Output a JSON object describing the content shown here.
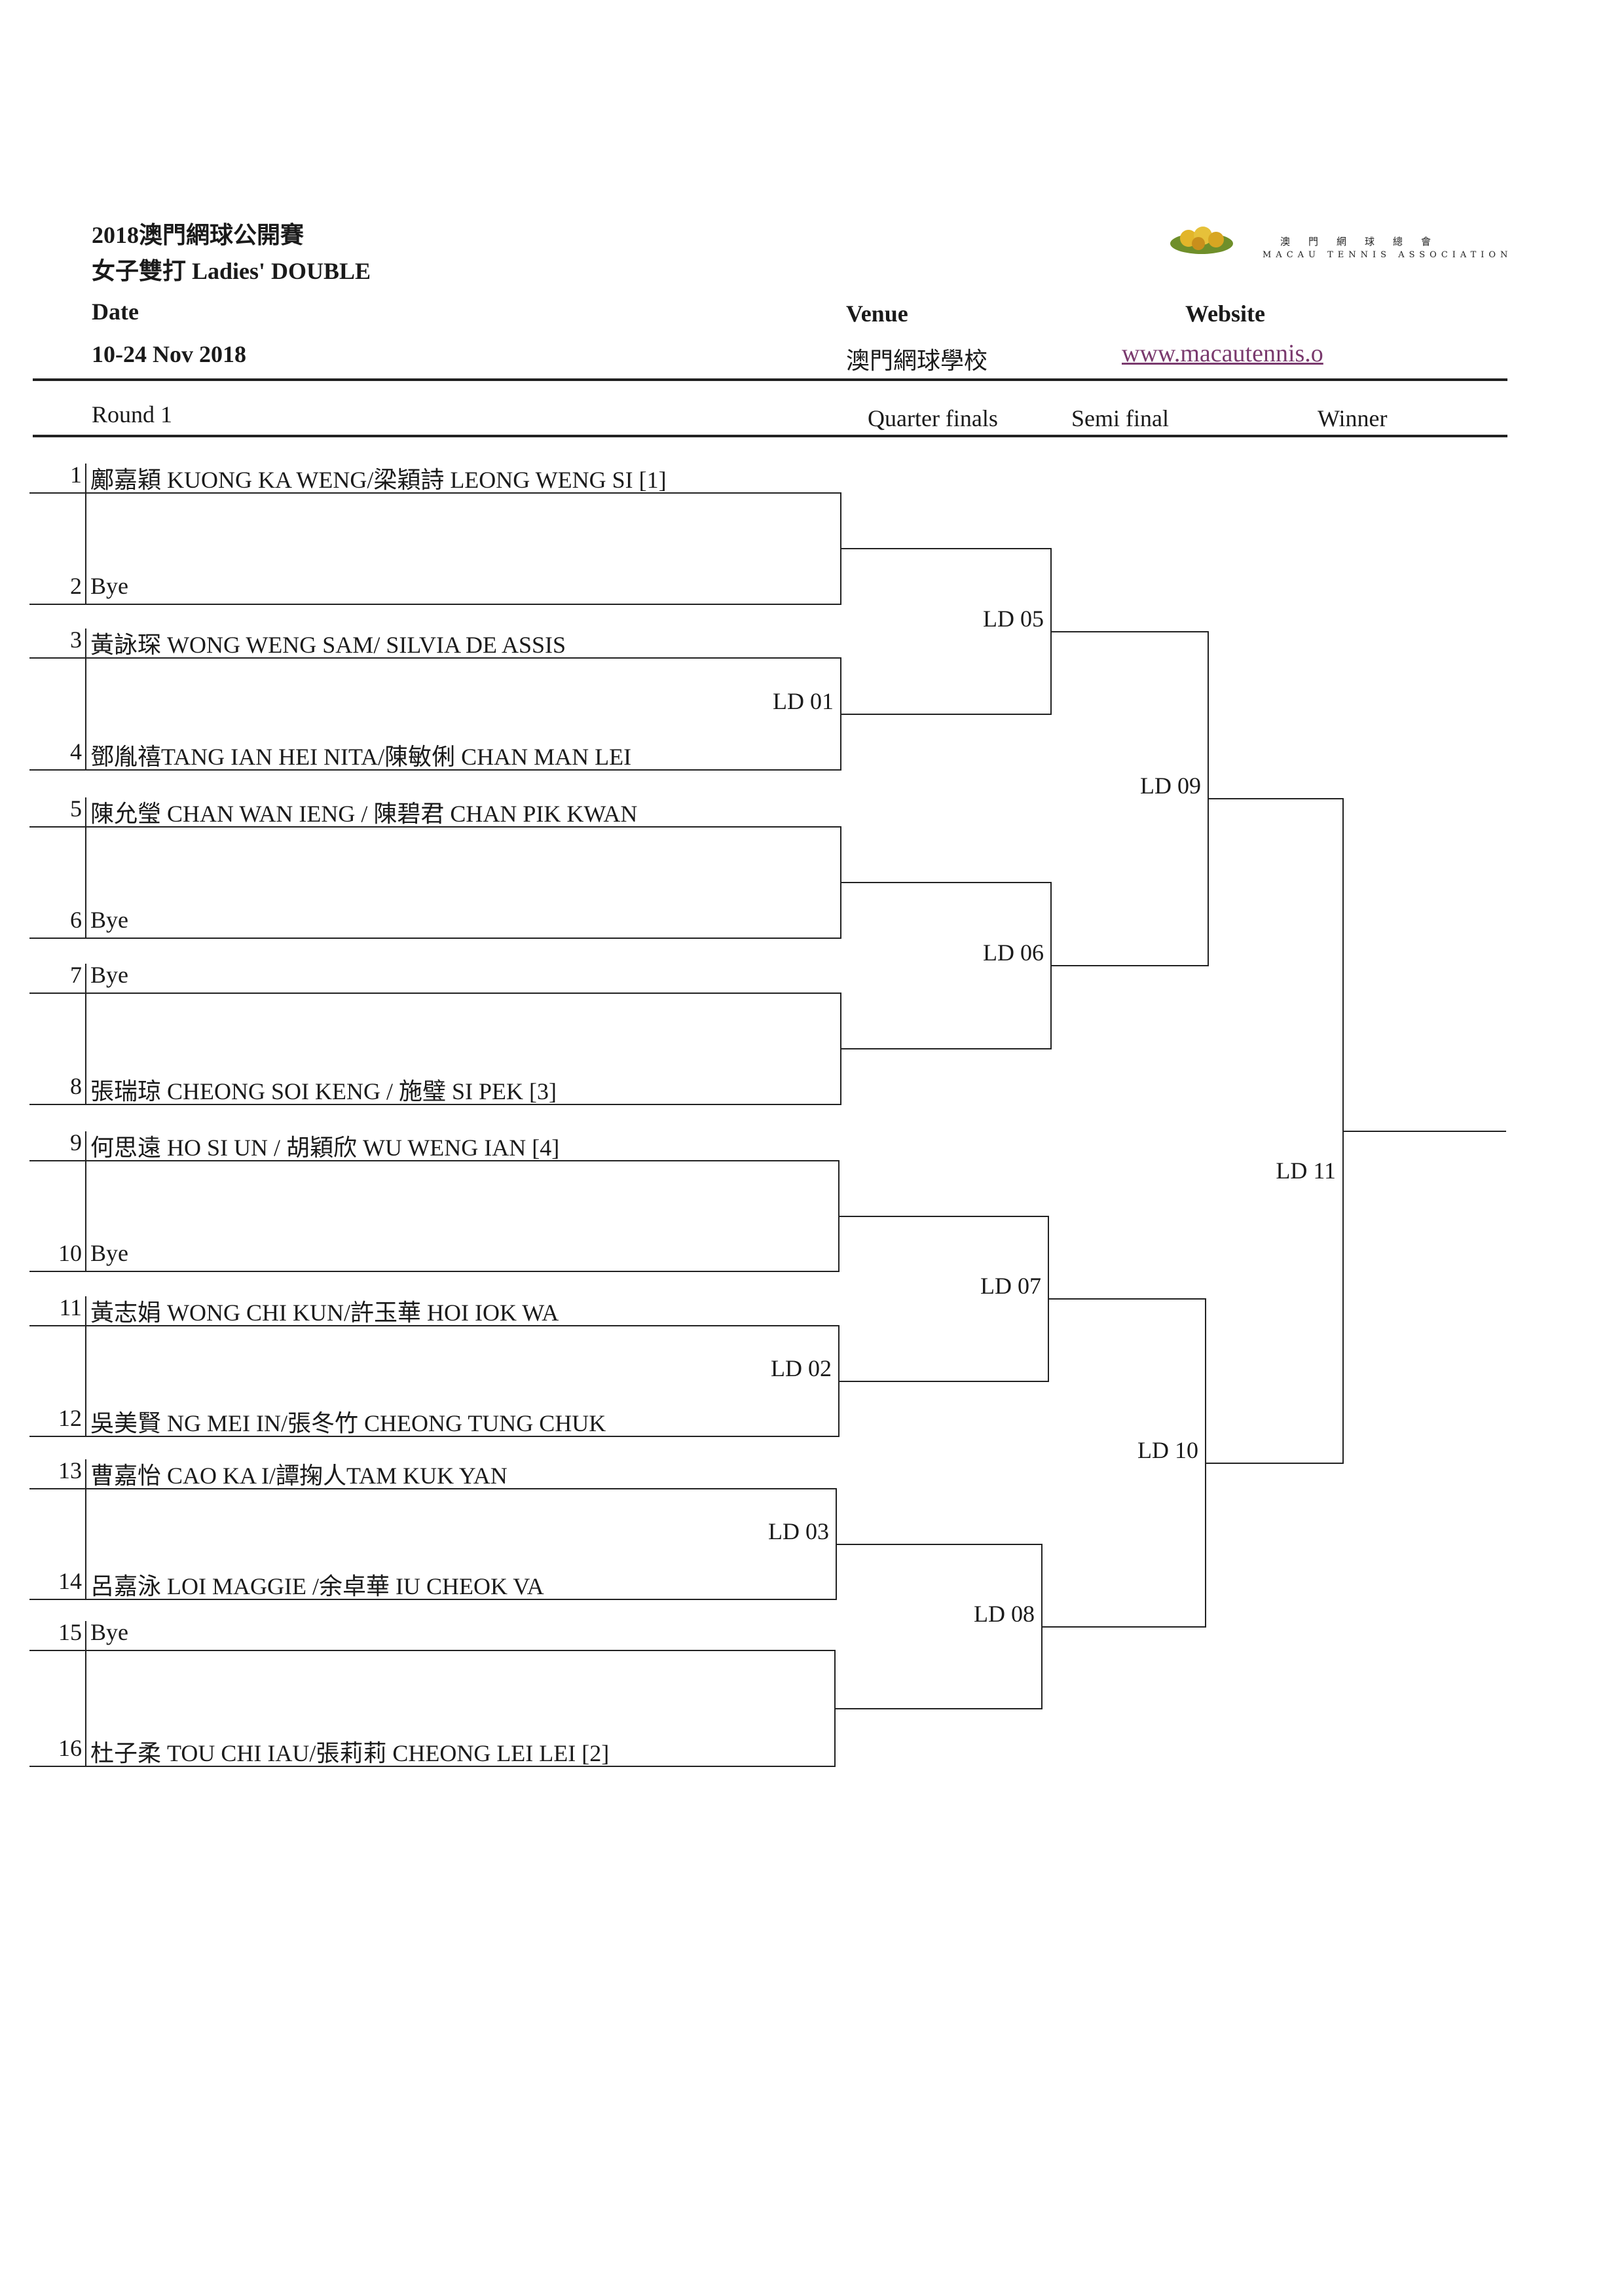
{
  "header": {
    "line1": "2018澳門網球公開賽",
    "line2": "女子雙打 Ladies' DOUBLE",
    "date_label": "Date",
    "date_value": "10-24 Nov 2018",
    "venue_label": "Venue",
    "venue_value": "澳門網球學校",
    "website_label": "Website",
    "website_value": "www.macautennis.o"
  },
  "logo": {
    "cn": "澳門網球總會",
    "en": "MACAU TENNIS ASSOCIATION",
    "icon": "tennis-balls-logo-icon"
  },
  "columns": {
    "round1": "Round 1",
    "quarter": "Quarter finals",
    "semi": "Semi final",
    "winner": "Winner"
  },
  "entries": [
    {
      "num": "1",
      "name": "鄺嘉穎 KUONG KA WENG/梁穎詩 LEONG WENG SI [1]"
    },
    {
      "num": "2",
      "name": "Bye"
    },
    {
      "num": "3",
      "name": "黃詠琛 WONG WENG SAM/ SILVIA DE ASSIS"
    },
    {
      "num": "4",
      "name": "鄧胤禧TANG IAN HEI NITA/陳敏俐 CHAN MAN LEI"
    },
    {
      "num": "5",
      "name": "陳允瑩 CHAN WAN IENG  / 陳碧君 CHAN PIK KWAN"
    },
    {
      "num": "6",
      "name": "Bye"
    },
    {
      "num": "7",
      "name": "Bye"
    },
    {
      "num": "8",
      "name": "張瑞琼 CHEONG SOI KENG / 施璧 SI PEK [3]"
    },
    {
      "num": "9",
      "name": "何思遠  HO SI UN / 胡穎欣 WU WENG IAN [4]"
    },
    {
      "num": "10",
      "name": "Bye"
    },
    {
      "num": "11",
      "name": "黃志娟 WONG CHI KUN/許玉華 HOI IOK WA"
    },
    {
      "num": "12",
      "name": "吳美賢 NG MEI IN/張冬竹 CHEONG TUNG CHUK"
    },
    {
      "num": "13",
      "name": "曹嘉怡 CAO KA I/譚掬人TAM KUK YAN"
    },
    {
      "num": "14",
      "name": "呂嘉泳 LOI MAGGIE /余卓華 IU CHEOK VA"
    },
    {
      "num": "15",
      "name": "Bye"
    },
    {
      "num": "16",
      "name": "杜子柔 TOU CHI IAU/張莉莉 CHEONG LEI LEI [2]"
    }
  ],
  "matches": {
    "r1": [
      "LD 01",
      "LD 02",
      "LD 03"
    ],
    "qf": [
      "LD 05",
      "LD 06",
      "LD 07",
      "LD 08"
    ],
    "sf": [
      "LD 09",
      "LD 10"
    ],
    "final": "LD 11"
  }
}
